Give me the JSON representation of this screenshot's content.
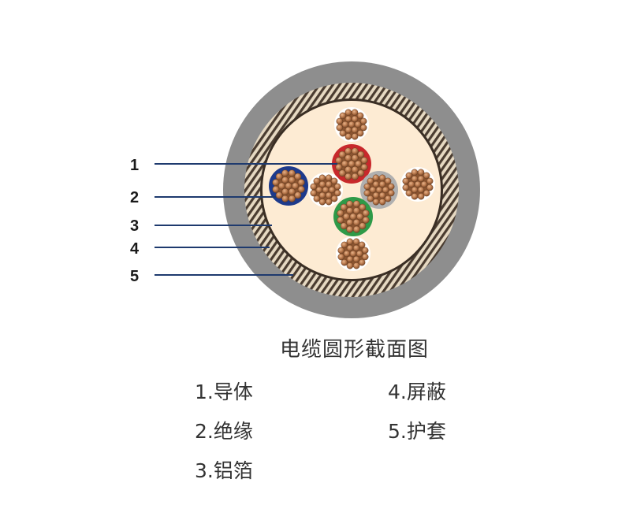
{
  "callouts": [
    "1",
    "2",
    "3",
    "4",
    "5"
  ],
  "caption": "电缆圆形截面图",
  "legend": [
    {
      "num": "1.",
      "text": "导体"
    },
    {
      "num": "2.",
      "text": "绝缘"
    },
    {
      "num": "3.",
      "text": "铝箔"
    },
    {
      "num": "4.",
      "text": "屏蔽"
    },
    {
      "num": "5.",
      "text": "护套"
    }
  ],
  "colors": {
    "sheath": "#8e8e8e",
    "braid_dark": "#4a3c30",
    "braid_light": "#e6d9c2",
    "foil": "#fdebd3",
    "copper": "#b07040",
    "insulation_red": "#c8282b",
    "insulation_blue": "#1d3a8c",
    "insulation_green": "#2e9a48",
    "insulation_gray": "#b0b0b0",
    "insulation_white": "#ffffff",
    "leader_line": "#1e3a6e"
  }
}
